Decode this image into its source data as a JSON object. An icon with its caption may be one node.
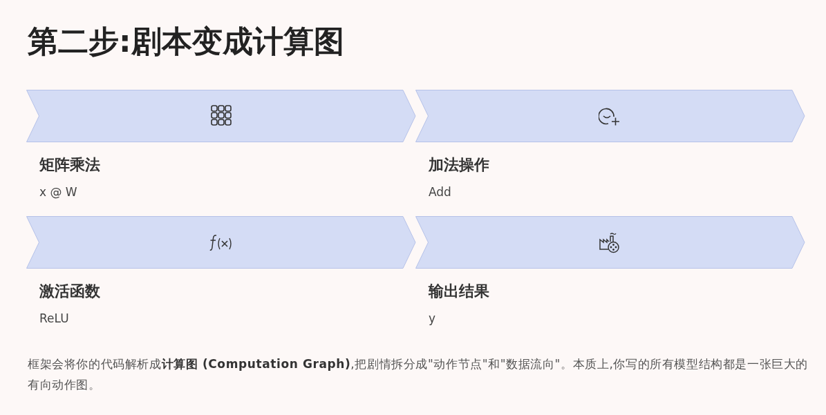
{
  "diagram": {
    "title": "第二步:剧本变成计算图",
    "nodes": [
      {
        "text": [
          "矩阵乘法",
          "x @ W"
        ]
      },
      {
        "text": [
          "加法操作",
          "Add"
        ]
      },
      {
        "text": [
          "激活函数",
          "ReLU"
        ]
      },
      {
        "text": [
          "输出结果",
          "y"
        ]
      }
    ],
    "edges": [],
    "caption": "框架会将你的代码解析成**计算图 (Computation Graph)**,把剧情拆分成\"动作节点\"和\"数据流向\"。本质上,你写的所有模型结构都是一张巨大的有向动作图。"
  }
}
